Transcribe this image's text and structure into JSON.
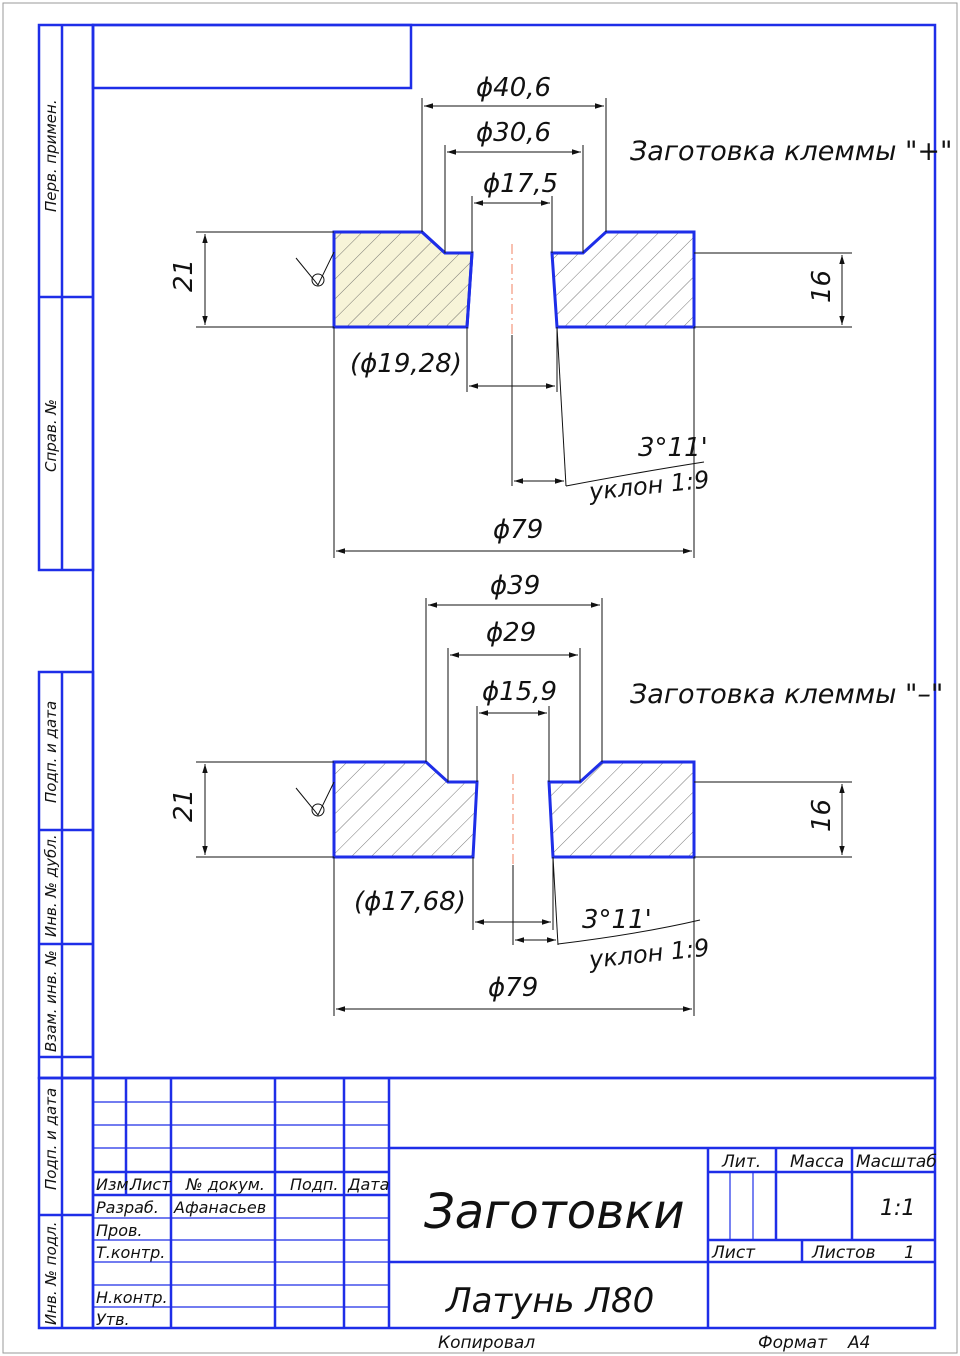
{
  "side_labels": {
    "perv_primen": "Перв. примен.",
    "sprav_no": "Справ. №",
    "podp_data_top": "Подп. и дата",
    "inv_dubl": "Инв. № дубл.",
    "vzam_inv": "Взам. инв. №",
    "podp_data_bottom": "Подп. и дата",
    "inv_podl": "Инв. № подл."
  },
  "part_plus": {
    "title": "Заготовка клеммы \"+\"",
    "d_outer_top": "ϕ40,6",
    "d_chamfer": "ϕ30,6",
    "d_hole": "ϕ17,5",
    "d_hole_bottom": "(ϕ19,28)",
    "height_total": "21",
    "height_right": "16",
    "angle": "3°11'",
    "slope": "уклон 1:9",
    "d_outer": "ϕ79"
  },
  "part_minus": {
    "title": "Заготовка клеммы \"–\"",
    "d_outer_top": "ϕ39",
    "d_chamfer": "ϕ29",
    "d_hole": "ϕ15,9",
    "d_hole_bottom": "(ϕ17,68)",
    "height_total": "21",
    "height_right": "16",
    "angle": "3°11'",
    "slope": "уклон 1:9",
    "d_outer": "ϕ79"
  },
  "title_block": {
    "col_izm": "Изм.",
    "col_list": "Лист",
    "col_dokum": "№ докум.",
    "col_podp": "Подп.",
    "col_data": "Дата",
    "row_razrab": "Разраб.",
    "razrab_name": "Афанасьев",
    "row_prov": "Пров.",
    "row_tkontr": "Т.контр.",
    "row_nkontr": "Н.контр.",
    "row_utv": "Утв.",
    "drawing_title": "Заготовки",
    "material": "Латунь Л80",
    "lit": "Лит.",
    "massa": "Масса",
    "masshtab": "Масштаб",
    "scale_value": "1:1",
    "list_label": "Лист",
    "listov_label": "Листов",
    "listov_value": "1",
    "kopiroval": "Копировал",
    "format_label": "Формат",
    "format_value": "А4"
  }
}
